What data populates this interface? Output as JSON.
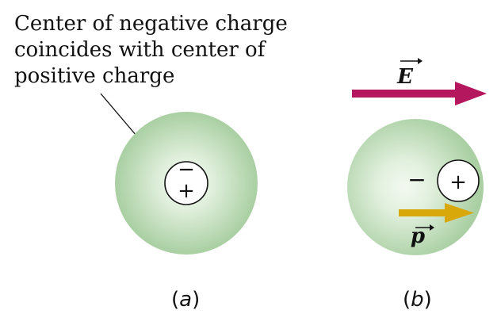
{
  "annotation": {
    "lines": [
      "Center of negative charge",
      "coincides with center of",
      "positive charge"
    ]
  },
  "panel_a": {
    "label_open": "(",
    "label_letter": "a",
    "label_close": ")",
    "negative_sign": "−",
    "positive_sign": "+"
  },
  "panel_b": {
    "label_open": "(",
    "label_letter": "b",
    "label_close": ")",
    "negative_sign": "−",
    "positive_sign": "+",
    "field_symbol": "E",
    "dipole_symbol": "p"
  },
  "colors": {
    "sphere_edge": "#a9cfa2",
    "sphere_center": "#f3f9f1",
    "field_arrow": "#b5175e",
    "dipole_arrow": "#d8a80a",
    "ink": "#111111"
  }
}
